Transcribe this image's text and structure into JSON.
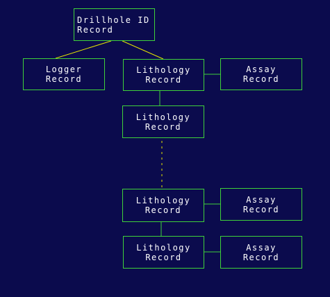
{
  "diagram": {
    "nodes": {
      "drillhole": {
        "line1": "Drillhole ID",
        "line2": "Record"
      },
      "logger": {
        "line1": "Logger",
        "line2": "Record"
      },
      "lith1": {
        "line1": "Lithology",
        "line2": "Record"
      },
      "assay1": {
        "line1": "Assay",
        "line2": "Record"
      },
      "lith2": {
        "line1": "Lithology",
        "line2": "Record"
      },
      "lith3": {
        "line1": "Lithology",
        "line2": "Record"
      },
      "assay2": {
        "line1": "Assay",
        "line2": "Record"
      },
      "lith4": {
        "line1": "Lithology",
        "line2": "Record"
      },
      "assay3": {
        "line1": "Assay",
        "line2": "Record"
      }
    },
    "colors": {
      "background": "#0b0b4d",
      "box_border": "#3fd23a",
      "text": "#ffffff",
      "connector": "#e6e600"
    }
  }
}
